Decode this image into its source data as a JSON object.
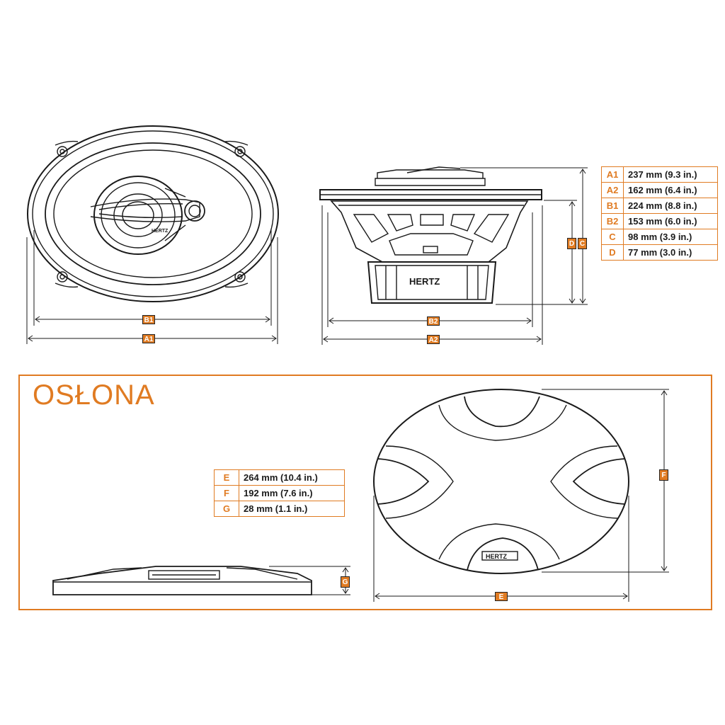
{
  "cover": {
    "title": "OSŁONA"
  },
  "brand": {
    "logo_text": "HERTZ"
  },
  "speaker_dimensions": [
    {
      "key": "A1",
      "value": "237 mm (9.3 in.)"
    },
    {
      "key": "A2",
      "value": "162 mm (6.4 in.)"
    },
    {
      "key": "B1",
      "value": "224 mm (8.8 in.)"
    },
    {
      "key": "B2",
      "value": "153 mm (6.0 in.)"
    },
    {
      "key": "C",
      "value": "98 mm (3.9 in.)"
    },
    {
      "key": "D",
      "value": "77 mm (3.0 in.)"
    }
  ],
  "cover_dimensions": [
    {
      "key": "E",
      "value": "264 mm (10.4 in.)"
    },
    {
      "key": "F",
      "value": "192 mm (7.6 in.)"
    },
    {
      "key": "G",
      "value": "28 mm (1.1 in.)"
    }
  ],
  "dimension_labels": {
    "b1": "B1",
    "a1_front": "A1",
    "b2": "B2",
    "a2": "A2",
    "d": "D",
    "c": "C",
    "e": "E",
    "f": "F",
    "g": "G"
  },
  "colors": {
    "accent": "#e07b22",
    "line": "#1a1a1a"
  }
}
